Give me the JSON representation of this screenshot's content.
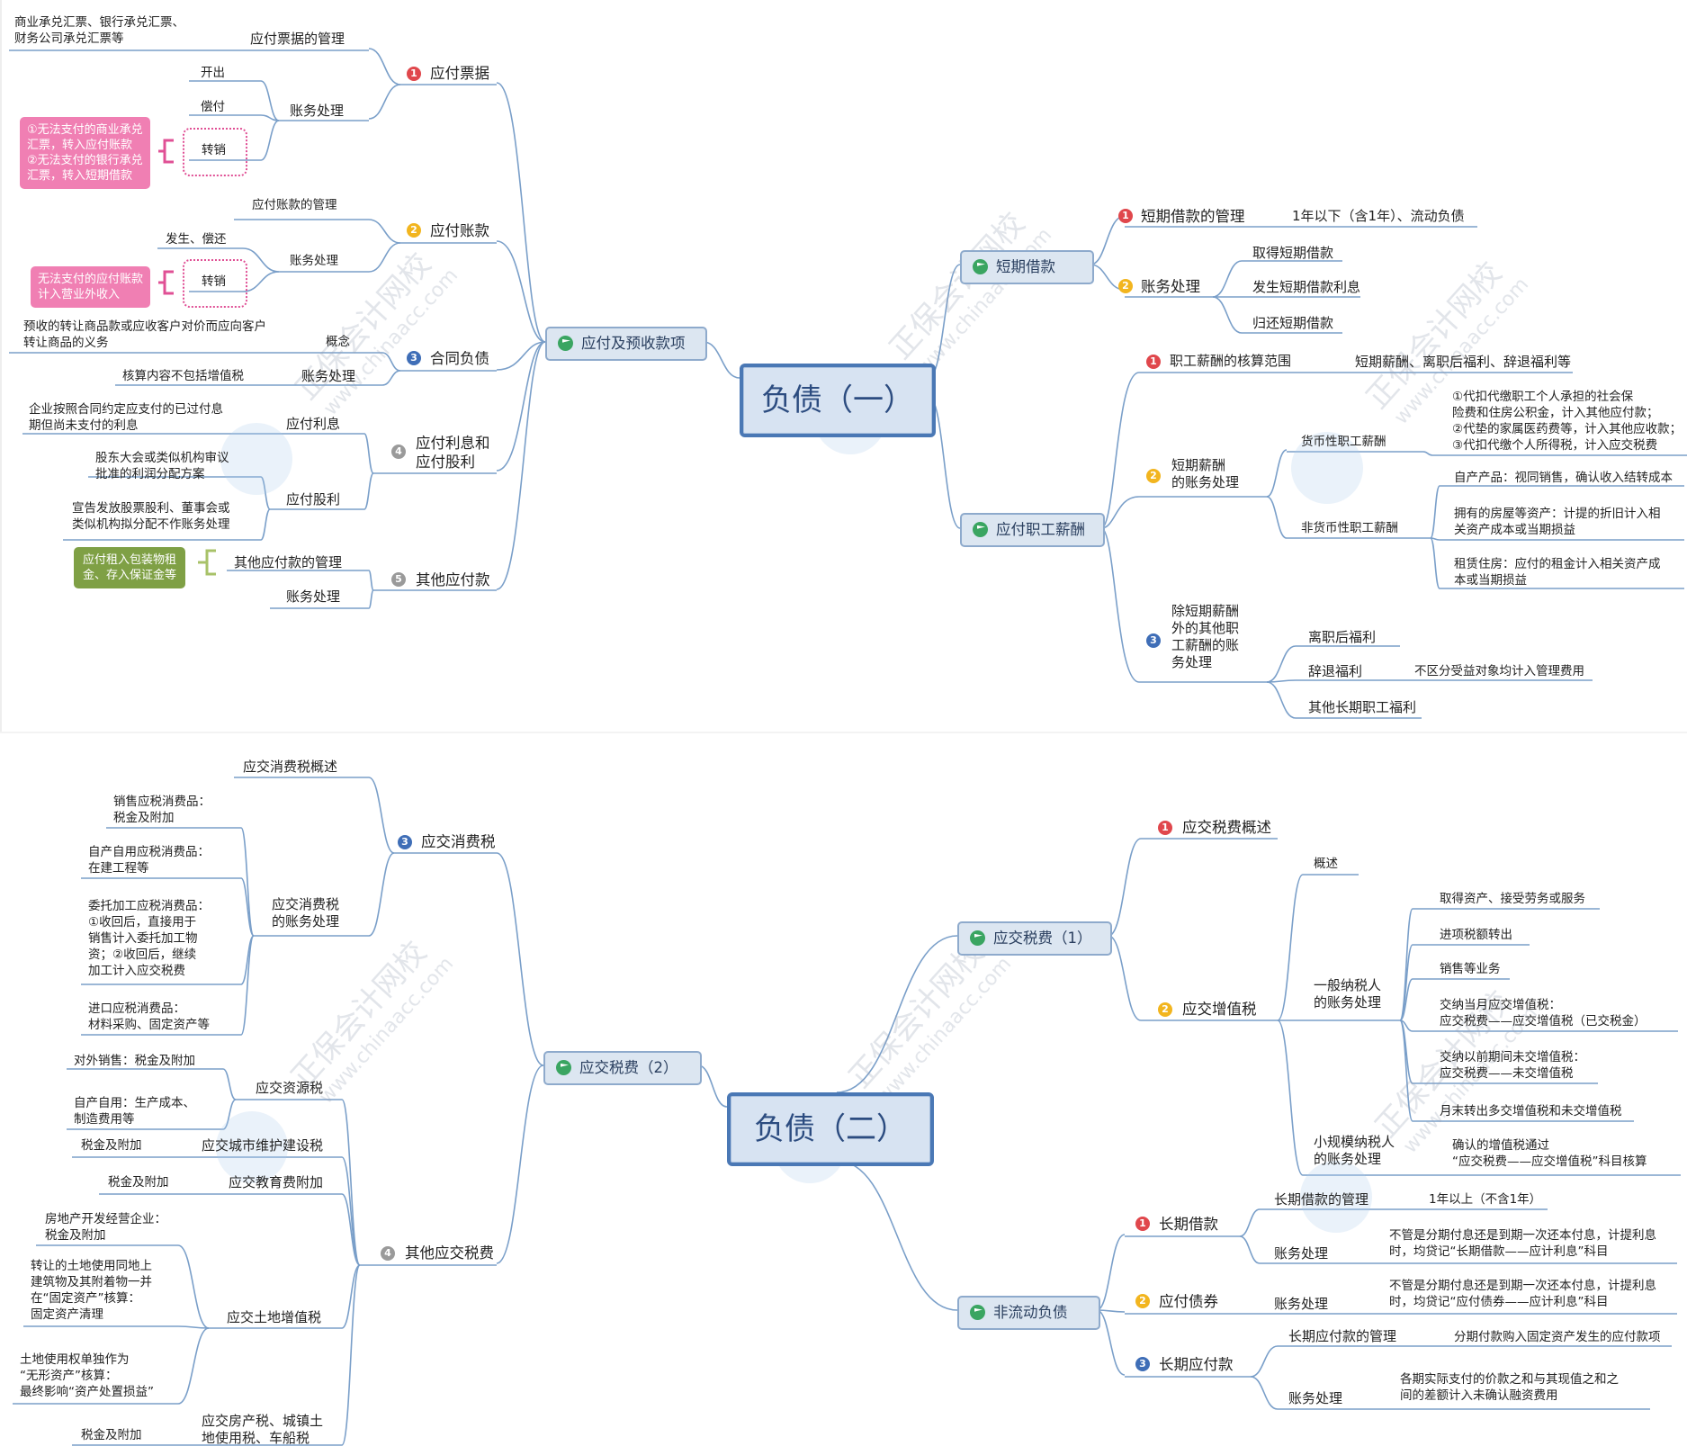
{
  "watermark": {
    "text": "正保会计网校",
    "url": "www.chinaacc.com"
  },
  "map1": {
    "root": "负债（一）",
    "left": {
      "hub": "应付及预收款项",
      "bills": {
        "title": "应付票据",
        "badge": "1",
        "mgmt": "应付票据的管理",
        "mgmt_note": [
          "商业承兑汇票、银行承兑汇票、",
          "财务公司承兑汇票等"
        ],
        "acct": "账务处理",
        "acct_items": [
          "开出",
          "偿付",
          "转销"
        ],
        "pink_note": [
          "①无法支付的商业承兑",
          "汇票，转入应付账款",
          "②无法支付的银行承兑",
          "汇票，转入短期借款"
        ]
      },
      "payables": {
        "title": "应付账款",
        "badge": "2",
        "mgmt": "应付账款的管理",
        "acct": "账务处理",
        "acct_items": [
          "发生、偿还",
          "转销"
        ],
        "pink_note": [
          "无法支付的应付账款",
          "计入营业外收入"
        ]
      },
      "contract": {
        "title": "合同负债",
        "badge": "3",
        "concept": "概念",
        "concept_note": [
          "预收的转让商品款或应收客户对价而应向客户",
          "转让商品的义务"
        ],
        "acct": "账务处理",
        "acct_note": "核算内容不包括增值税"
      },
      "interest": {
        "title": [
          "应付利息和",
          "应付股利"
        ],
        "badge": "4",
        "interest": "应付利息",
        "interest_note": [
          "企业按照合同约定应支付的已过付息",
          "期但尚未支付的利息"
        ],
        "dividend": "应付股利",
        "dividend_note1": [
          "股东大会或类似机构审议",
          "批准的利润分配方案"
        ],
        "dividend_note2": [
          "宣告发放股票股利、董事会或",
          "类似机构拟分配不作账务处理"
        ]
      },
      "other": {
        "title": "其他应付款",
        "badge": "5",
        "mgmt": "其他应付款的管理",
        "green_note": [
          "应付租入包装物租",
          "金、存入保证金等"
        ],
        "acct": "账务处理"
      }
    },
    "short_loan": {
      "hub": "短期借款",
      "mgmt": "短期借款的管理",
      "mgmt_badge": "1",
      "mgmt_note": "1年以下（含1年）、流动负债",
      "acct": "账务处理",
      "acct_badge": "2",
      "acct_items": [
        "取得短期借款",
        "发生短期借款利息",
        "归还短期借款"
      ]
    },
    "salary": {
      "hub": "应付职工薪酬",
      "scope": "职工薪酬的核算范围",
      "scope_badge": "1",
      "scope_note": "短期薪酬、离职后福利、辞退福利等",
      "short": [
        "短期薪酬",
        "的账务处理"
      ],
      "short_badge": "2",
      "monetary": "货币性职工薪酬",
      "monetary_note": [
        "①代扣代缴职工个人承担的社会保",
        "险费和住房公积金，计入其他应付款；",
        "②代垫的家属医药费等，计入其他应收款；",
        "③代扣代缴个人所得税，计入应交税费"
      ],
      "nonmonetary": "非货币性职工薪酬",
      "nm_note1": "自产产品：视同销售，确认收入结转成本",
      "nm_note2": [
        "拥有的房屋等资产：计提的折旧计入相",
        "关资产成本或当期损益"
      ],
      "nm_note3": [
        "租赁住房：应付的租金计入相关资产成",
        "本或当期损益"
      ],
      "other": [
        "除短期薪酬",
        "外的其他职",
        "工薪酬的账",
        "务处理"
      ],
      "other_badge": "3",
      "post": "离职后福利",
      "dismiss": "辞退福利",
      "dismiss_note": "不区分受益对象均计入管理费用",
      "longterm": "其他长期职工福利"
    }
  },
  "map2": {
    "root": "负债（二）",
    "tax2": {
      "hub": "应交税费（2）",
      "consumption": {
        "title": "应交消费税",
        "badge": "3",
        "overview": "应交消费税概述",
        "acct": [
          "应交消费税",
          "的账务处理"
        ],
        "items": [
          [
            "销售应税消费品：",
            "税金及附加"
          ],
          [
            "自产自用应税消费品：",
            "在建工程等"
          ],
          [
            "委托加工应税消费品：",
            "①收回后，直接用于",
            "销售计入委托加工物",
            "资；②收回后，继续",
            "加工计入应交税费"
          ],
          [
            "进口应税消费品：",
            "材料采购、固定资产等"
          ]
        ]
      },
      "other": {
        "title": "其他应交税费",
        "badge": "4",
        "resource": "应交资源税",
        "resource_items": [
          [
            "对外销售：税金及附加"
          ],
          [
            "自产自用：生产成本、",
            "制造费用等"
          ]
        ],
        "city": "应交城市维护建设税",
        "city_note": "税金及附加",
        "edu": "应交教育费附加",
        "edu_note": "税金及附加",
        "land": "应交土地增值税",
        "land_items": [
          [
            "房地产开发经营企业：",
            "税金及附加"
          ],
          [
            "转让的土地使用同地上",
            "建筑物及其附着物一并",
            "在“固定资产”核算：",
            "固定资产清理"
          ],
          [
            "土地使用权单独作为",
            "“无形资产”核算：",
            "最终影响“资产处置损益”"
          ]
        ],
        "property": [
          "应交房产税、城镇土",
          "地使用税、车船税"
        ],
        "property_note": "税金及附加"
      }
    },
    "tax1": {
      "hub": "应交税费（1）",
      "overview": "应交税费概述",
      "overview_badge": "1",
      "vat": "应交增值税",
      "vat_badge": "2",
      "vat_overview": "概述",
      "general": [
        "一般纳税人",
        "的账务处理"
      ],
      "general_items": [
        [
          "取得资产、接受劳务或服务"
        ],
        [
          "进项税额转出"
        ],
        [
          "销售等业务"
        ],
        [
          "交纳当月应交增值税：",
          "应交税费——应交增值税（已交税金）"
        ],
        [
          "交纳以前期间未交增值税：",
          "应交税费——未交增值税"
        ],
        [
          "月末转出多交增值税和未交增值税"
        ]
      ],
      "small": [
        "小规模纳税人",
        "的账务处理"
      ],
      "small_note": [
        "确认的增值税通过",
        "“应交税费——应交增值税”科目核算"
      ]
    },
    "noncurrent": {
      "hub": "非流动负债",
      "long_loan": "长期借款",
      "long_loan_badge": "1",
      "ll_mgmt": "长期借款的管理",
      "ll_mgmt_note": "1年以上（不含1年）",
      "ll_acct": "账务处理",
      "ll_acct_note": [
        "不管是分期付息还是到期一次还本付息，计提利息",
        "时，均贷记“长期借款——应计利息”科目"
      ],
      "bonds": "应付债券",
      "bonds_badge": "2",
      "b_acct": "账务处理",
      "b_acct_note": [
        "不管是分期付息还是到期一次还本付息，计提利息",
        "时，均贷记“应付债券——应计利息”科目"
      ],
      "long_pay": "长期应付款",
      "long_pay_badge": "3",
      "lp_mgmt": "长期应付款的管理",
      "lp_mgmt_note": "分期付款购入固定资产发生的应付款项",
      "lp_acct": "账务处理",
      "lp_acct_note": [
        "各期实际支付的价款之和与其现值之和之",
        "间的差额计入未确认融资费用"
      ]
    }
  }
}
